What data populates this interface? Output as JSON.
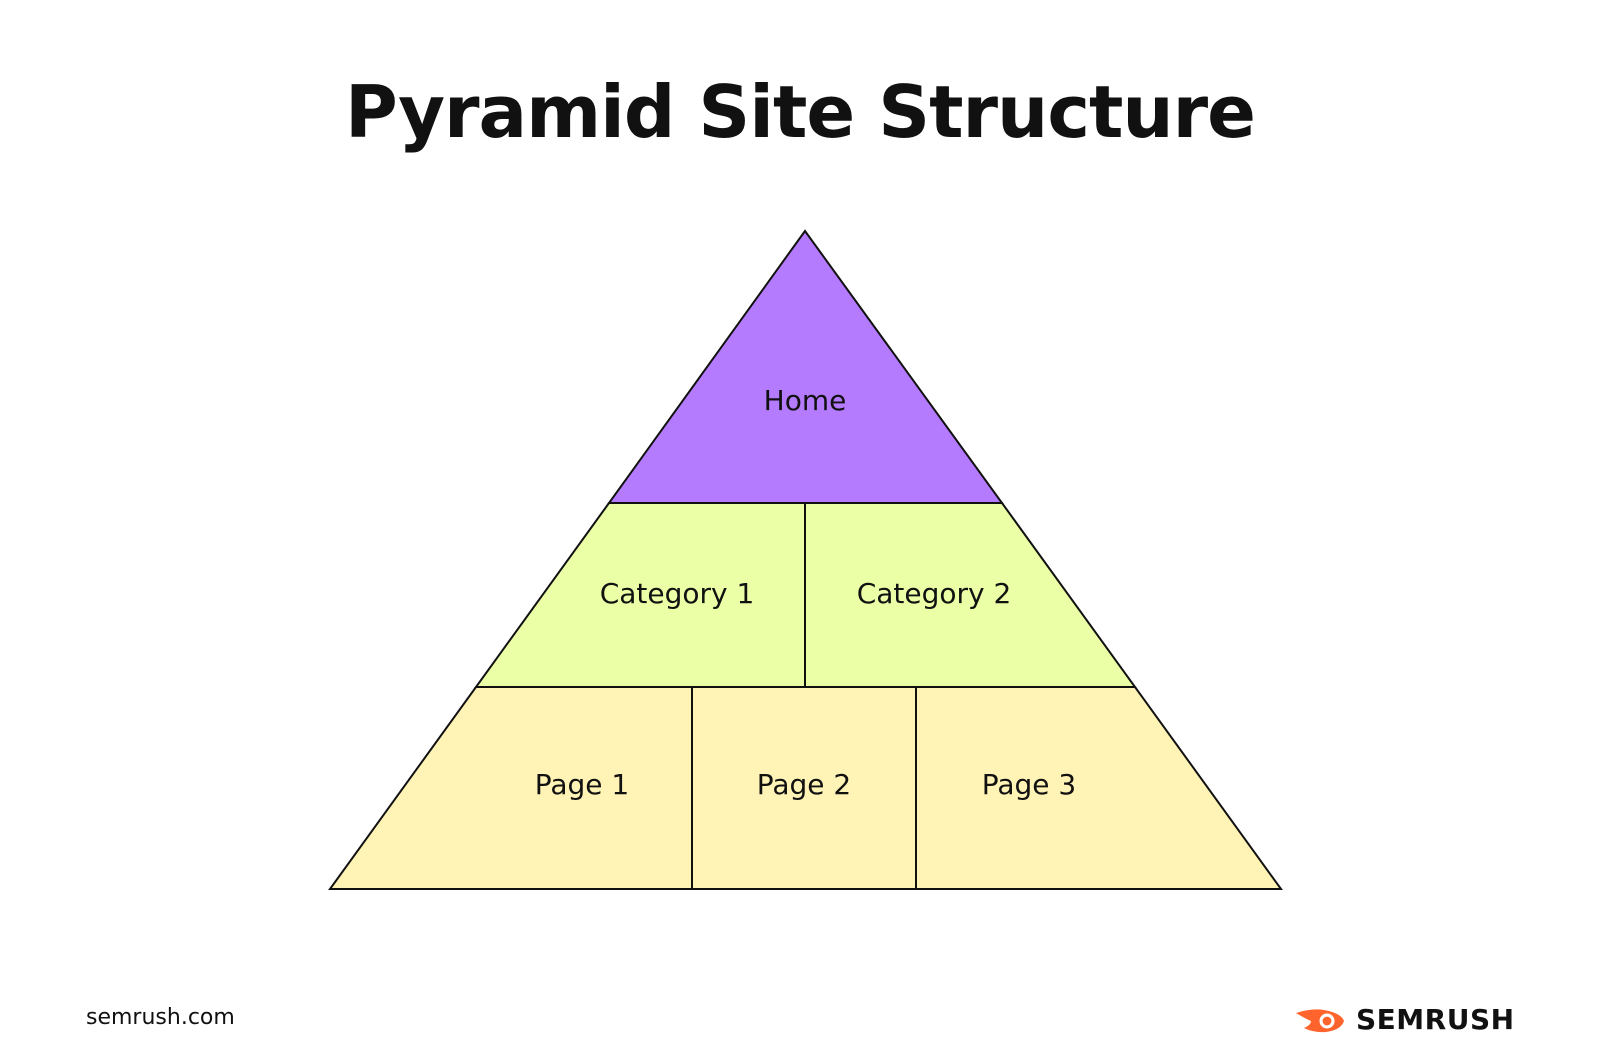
{
  "title": "Pyramid Site Structure",
  "levels": {
    "top": {
      "label": "Home",
      "color": "#b57bff"
    },
    "middle": {
      "color": "#ebffa6",
      "items": [
        {
          "label": "Category 1"
        },
        {
          "label": "Category 2"
        }
      ]
    },
    "bottom": {
      "color": "#fff3b5",
      "items": [
        {
          "label": "Page 1"
        },
        {
          "label": "Page 2"
        },
        {
          "label": "Page 3"
        }
      ]
    }
  },
  "footer": {
    "url": "semrush.com",
    "brand": "SEMRUSH",
    "brand_color": "#ff642d"
  },
  "icons": {
    "brand_logo": "semrush-flame-logo-icon"
  }
}
